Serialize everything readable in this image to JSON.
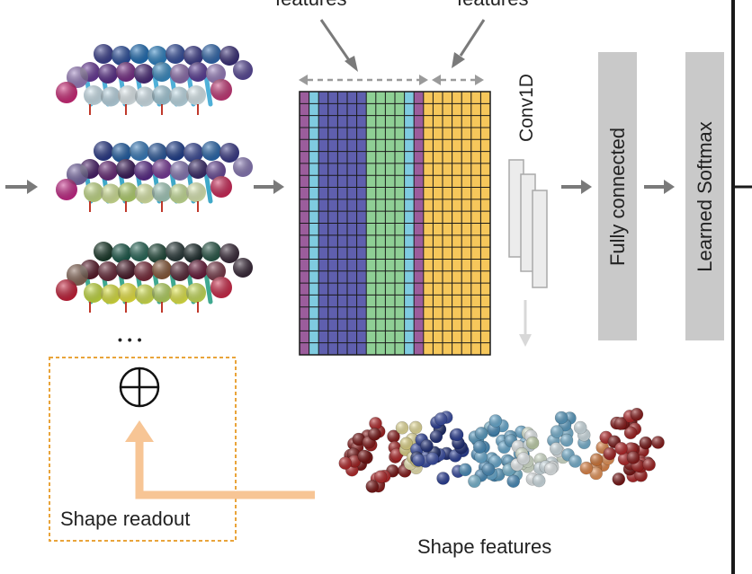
{
  "labels": {
    "top_left_partial": "features",
    "top_right_partial": "features",
    "conv1d": "Conv1D",
    "fully_connected": "Fully connected",
    "learned_softmax": "Learned Softmax",
    "ellipsis": "• • •",
    "shape_readout": "Shape readout",
    "shape_features": "Shape features"
  },
  "matrix": {
    "columns": [
      {
        "color": "#9b5d9c",
        "count": 1
      },
      {
        "color": "#7fcbe0",
        "count": 1
      },
      {
        "color": "#5f5fae",
        "count": 5
      },
      {
        "color": "#8fcf95",
        "count": 4
      },
      {
        "color": "#7fcbe0",
        "count": 1
      },
      {
        "color": "#9b5d9c",
        "count": 1
      },
      {
        "color": "#f6c75b",
        "count": 7
      }
    ],
    "rows": 22
  },
  "colors": {
    "arrow": "#7a7a7a",
    "dashed_arrow": "#9a9a9a",
    "readout_box": "#e9a43a",
    "readout_arrow": "#f7c595",
    "fc_box": "#c9c9c9",
    "divider": "#1a1a1a"
  }
}
